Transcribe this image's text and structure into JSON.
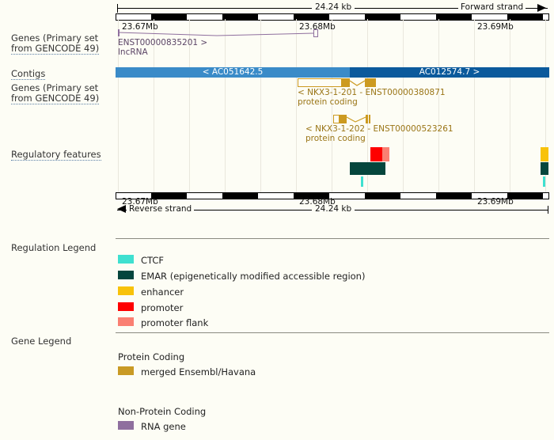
{
  "ruler": {
    "top_scale_text": "24.24 kb",
    "top_strand_text": "Forward strand",
    "bottom_scale_text": "24.24 kb",
    "bottom_strand_text": "Reverse strand",
    "top_ticks": [
      "23.67Mb",
      "23.68Mb",
      "23.69Mb"
    ],
    "bottom_ticks": [
      "23.67Mb",
      "23.68Mb",
      "23.69Mb"
    ]
  },
  "tracks": {
    "genes_top_label": "Genes (Primary set\nfrom GENCODE 49)",
    "contigs_label": "Contigs",
    "genes_bottom_label": "Genes (Primary set\nfrom GENCODE 49)",
    "regulatory_label": "Regulatory features"
  },
  "features": {
    "lncrna": {
      "name": "ENST00000835201 >",
      "biotype": "lncRNA",
      "color": "#8f6f9e"
    },
    "contigs": [
      {
        "name": "< AC051642.5",
        "color": "#3a8bc8"
      },
      {
        "name": "AC012574.7 >",
        "color": "#0b5a9c"
      }
    ],
    "transcripts": [
      {
        "name": "< NKX3-1-201 - ENST00000380871",
        "biotype": "protein coding",
        "color": "#cc9a20"
      },
      {
        "name": "< NKX3-1-202 - ENST00000523261",
        "biotype": "protein coding",
        "color": "#cc9a20"
      }
    ],
    "regulatory": [
      {
        "type": "promoter",
        "color": "#fe0000"
      },
      {
        "type": "promoter flank",
        "color": "#fa7f72"
      },
      {
        "type": "EMAR",
        "color": "#05463d"
      },
      {
        "type": "CTCF",
        "color": "#3fe0d0"
      },
      {
        "type": "enhancer",
        "color": "#f8c20a"
      }
    ]
  },
  "regulation_legend": {
    "title": "Regulation Legend",
    "items": [
      {
        "label": "CTCF",
        "color": "#3fe0d0"
      },
      {
        "label": "EMAR (epigenetically modified accessible region)",
        "color": "#05463d"
      },
      {
        "label": "enhancer",
        "color": "#f8c20a"
      },
      {
        "label": "promoter",
        "color": "#fe0000"
      },
      {
        "label": "promoter flank",
        "color": "#fa7f72"
      }
    ]
  },
  "gene_legend": {
    "title": "Gene Legend",
    "groups": [
      {
        "heading": "Protein Coding",
        "items": [
          {
            "label": "merged Ensembl/Havana",
            "color": "#c99a25"
          }
        ]
      },
      {
        "heading": "Non-Protein Coding",
        "items": [
          {
            "label": "RNA gene",
            "color": "#8f6f9e"
          }
        ]
      }
    ]
  }
}
